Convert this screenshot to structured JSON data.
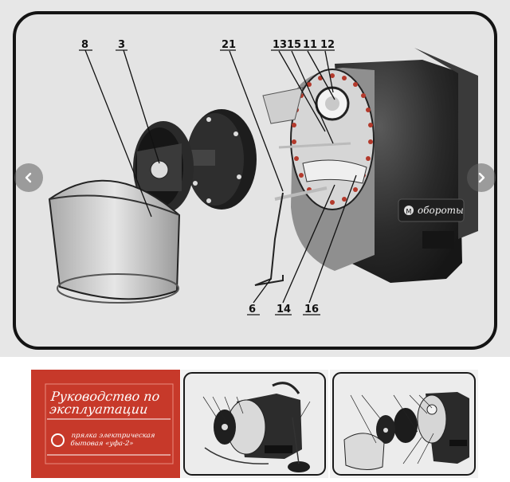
{
  "gallery": {
    "callouts": {
      "c8": "8",
      "c3": "3",
      "c21": "21",
      "c13": "13",
      "c15": "15",
      "c11": "11",
      "c12": "12",
      "c6": "6",
      "c14": "14",
      "c16": "16"
    },
    "device_label": "обороты",
    "device_label_marker": "M",
    "prev_icon": "chevron-left-icon",
    "next_icon": "chevron-right-icon"
  },
  "thumbnails": {
    "cover": {
      "title_line1": "Руководство по",
      "title_line2": "эксплуатации",
      "subtitle_line1": "прялка электрическая",
      "subtitle_line2": "бытовая «уфа-2»",
      "background_color": "#c7392a"
    }
  },
  "colors": {
    "nav_overlay": "#5f5f5f",
    "paper": "#e7e7e7",
    "ink": "#1c1c1c"
  }
}
